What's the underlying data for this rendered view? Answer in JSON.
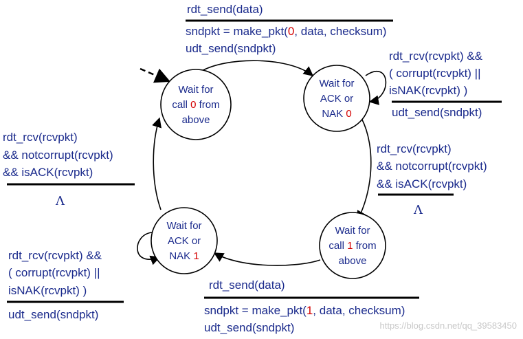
{
  "states": [
    {
      "id": "s0",
      "lines": [
        [
          "Wait for",
          ""
        ],
        [
          "call ",
          "0",
          " from"
        ],
        [
          "above",
          ""
        ]
      ]
    },
    {
      "id": "s1",
      "lines": [
        [
          "Wait for",
          ""
        ],
        [
          "ACK or",
          ""
        ],
        [
          "NAK ",
          "0"
        ]
      ]
    },
    {
      "id": "s2",
      "lines": [
        [
          "Wait for",
          ""
        ],
        [
          "call ",
          "1",
          " from"
        ],
        [
          "above",
          ""
        ]
      ]
    },
    {
      "id": "s3",
      "lines": [
        [
          "Wait for",
          ""
        ],
        [
          "ACK or",
          ""
        ],
        [
          "NAK ",
          "1"
        ]
      ]
    }
  ],
  "transitions": {
    "top": {
      "event": "rdt_send(data)",
      "action_prefix": "sndpkt = make_pkt(",
      "action_seq": "0",
      "action_suffix": ", data, checksum)",
      "action2": "udt_send(sndpkt)"
    },
    "right_self": {
      "event1": "rdt_rcv(rcvpkt) &&",
      "event2": "( corrupt(rcvpkt) ||",
      "event3": "isNAK(rcvpkt) )",
      "action": "udt_send(sndpkt)"
    },
    "right": {
      "event1": "rdt_rcv(rcvpkt)",
      "event2": "&& notcorrupt(rcvpkt)",
      "event3": "&& isACK(rcvpkt)",
      "action": "Λ"
    },
    "left": {
      "event1": "rdt_rcv(rcvpkt)",
      "event2": "&& notcorrupt(rcvpkt)",
      "event3": "&& isACK(rcvpkt)",
      "action": "Λ"
    },
    "left_self": {
      "event1": "rdt_rcv(rcvpkt) &&",
      "event2": "( corrupt(rcvpkt) ||",
      "event3": "isNAK(rcvpkt) )",
      "action": "udt_send(sndpkt)"
    },
    "bottom": {
      "event": "rdt_send(data)",
      "action_prefix": "sndpkt = make_pkt(",
      "action_seq": "1",
      "action_suffix": ", data, checksum)",
      "action2": "udt_send(sndpkt)"
    }
  },
  "watermark": "https://blog.csdn.net/qq_39583450",
  "colors": {
    "text": "#1a2a8c",
    "seq": "#d40000",
    "line": "#000000"
  }
}
